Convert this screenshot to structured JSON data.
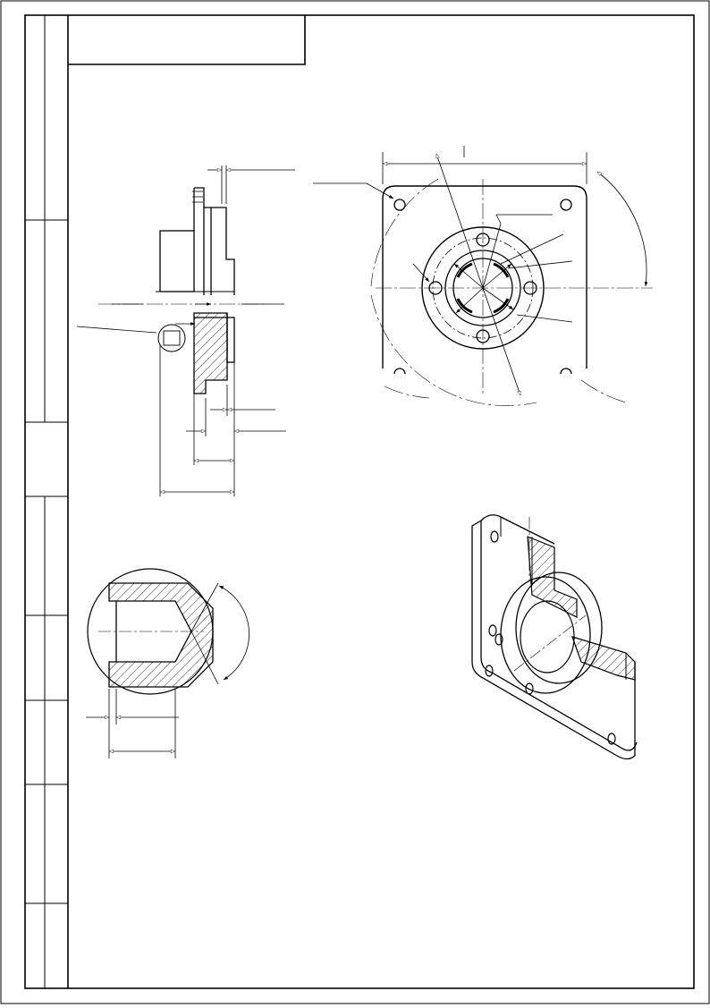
{
  "drawing": {
    "title_block_text": "",
    "side_strip_labels": [],
    "views": [
      {
        "id": "side-section",
        "description_visible": false
      },
      {
        "id": "front-view",
        "description_visible": false
      },
      {
        "id": "detail-view",
        "description_visible": false
      },
      {
        "id": "isometric-cutaway",
        "description_visible": false
      }
    ],
    "dimension_values": []
  },
  "colors": {
    "line": "#000000",
    "background": "#ffffff"
  }
}
